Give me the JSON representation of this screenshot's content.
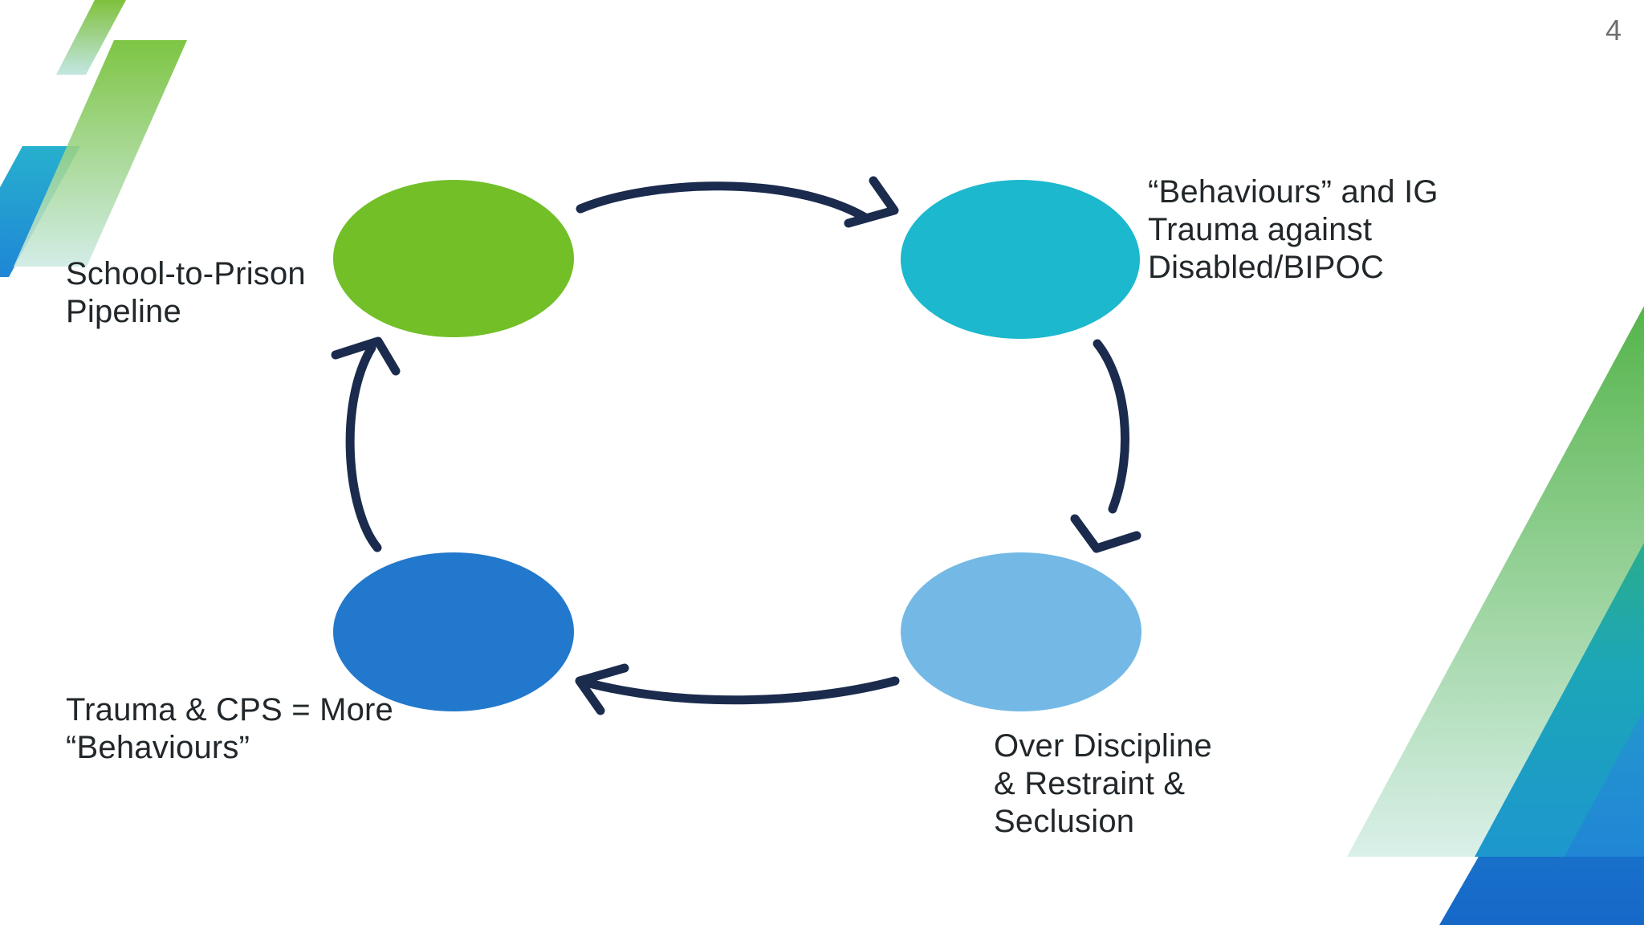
{
  "slide": {
    "page_number": "4",
    "background_color": "#FFFFFF",
    "text_color": "#21272A",
    "page_number_color": "#6F6F6F"
  },
  "diagram": {
    "type": "cycle",
    "arrow_color": "#1B2B4D",
    "nodes": [
      {
        "id": "school-to-prison-pipeline",
        "label": "School-to-Prison\nPipeline",
        "color": "#72BF28",
        "position": "top-left"
      },
      {
        "id": "behaviours-ig-trauma",
        "label": "“Behaviours” and IG\nTrauma against\nDisabled/BIPOC",
        "color": "#1CB8CD",
        "position": "top-right"
      },
      {
        "id": "over-discipline-restraint-seclusion",
        "label": "Over Discipline\n& Restraint &\nSeclusion",
        "color": "#74B9E6",
        "position": "bottom-right"
      },
      {
        "id": "trauma-cps-more-behaviours",
        "label": "Trauma & CPS = More\n“Behaviours”",
        "color": "#2278CC",
        "position": "bottom-left"
      }
    ],
    "arrows": [
      {
        "from": "school-to-prison-pipeline",
        "to": "behaviours-ig-trauma"
      },
      {
        "from": "behaviours-ig-trauma",
        "to": "over-discipline-restraint-seclusion"
      },
      {
        "from": "over-discipline-restraint-seclusion",
        "to": "trauma-cps-more-behaviours"
      },
      {
        "from": "trauma-cps-more-behaviours",
        "to": "school-to-prison-pipeline"
      }
    ]
  },
  "decor": {
    "top_left": {
      "small_stripe": {
        "from": "#7FC13C",
        "to": "#C2E6E2"
      },
      "large_stripe": {
        "from": "#6CBD2A",
        "to": "#CDEAE4"
      },
      "blue_stripe": {
        "from": "#27B0CE",
        "to": "#1F86D6"
      }
    },
    "bottom_right": {
      "pale_stripe": {
        "from": "#55B44A",
        "to": "#DAF0EA"
      },
      "teal_stripe": {
        "from": "#3AB35A",
        "mid": "#1CA6B8",
        "to": "#1D97CE"
      },
      "light_blue_stripe": {
        "from": "#2AAFC4",
        "to": "#1F84D6"
      },
      "blue_stripe": {
        "from": "#2196DB",
        "to": "#1668C7"
      }
    }
  }
}
